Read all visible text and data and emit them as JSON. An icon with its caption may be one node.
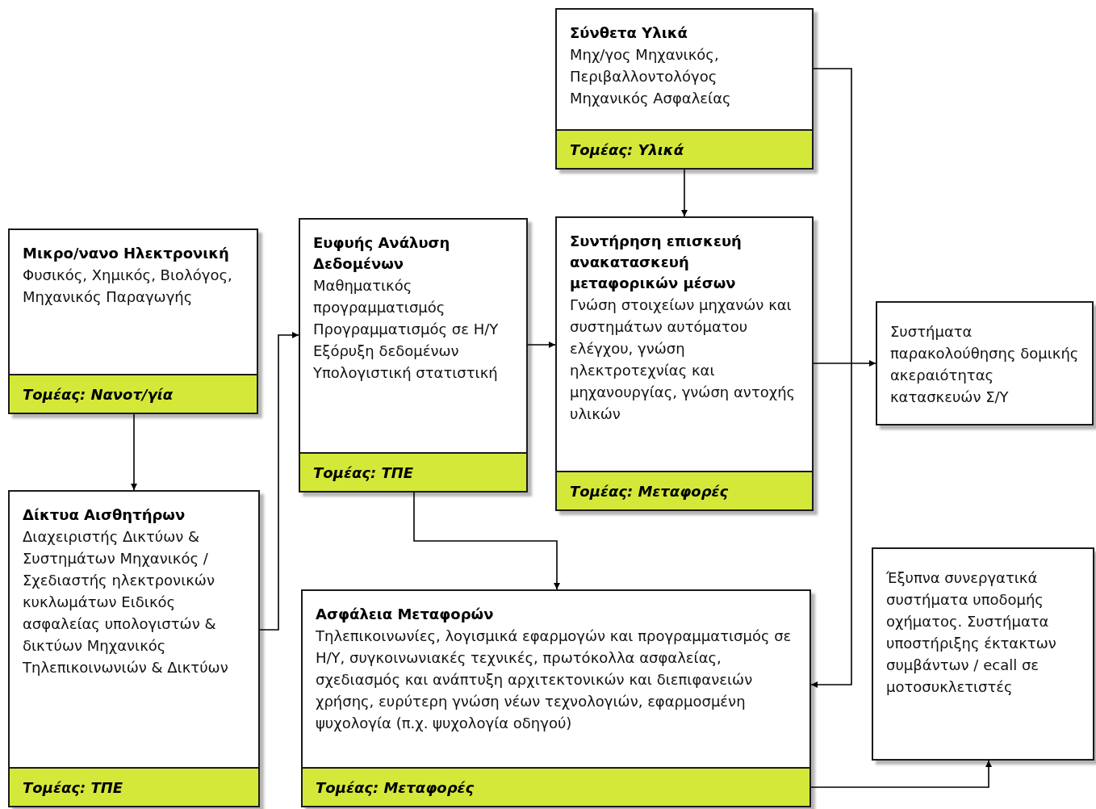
{
  "diagram": {
    "nodes": [
      {
        "text": [
          "Σύνθετα Υλικά",
          "Μηχ/γος Μηχανικός, Περιβαλλοντολόγος Μηχανικός Ασφαλείας",
          "Τομέας: Υλικά"
        ]
      },
      {
        "text": [
          "Μικρο/νανο Ηλεκτρονική",
          "Φυσικός, Χημικός, Βιολόγος, Μηχανικός Παραγωγής",
          "Τομέας: Νανοτ/γία"
        ]
      },
      {
        "text": [
          "Ευφυής Ανάλυση Δεδομένων",
          "Μαθηματικός προγραμματισμός Προγραμματισμός σε Η/Υ Εξόρυξη δεδομένων Υπολογιστική στατιστική",
          "Τομέας: ΤΠΕ"
        ]
      },
      {
        "text": [
          "Συντήρηση επισκευή ανακατασκευή μεταφορικών μέσων",
          "Γνώση στοιχείων μηχανών και συστημάτων αυτόματου ελέγχου, γνώση ηλεκτροτεχνίας και μηχανουργίας, γνώση αντοχής υλικών",
          "Τομέας: Μεταφορές"
        ]
      },
      {
        "text": [
          "Συστήματα παρακολούθησης δομικής ακεραιότητας κατασκευών Σ/Υ"
        ]
      },
      {
        "text": [
          "Δίκτυα Αισθητήρων",
          "Διαχειριστής Δικτύων & Συστημάτων Μηχανικός / Σχεδιαστής ηλεκτρονικών κυκλωμάτων Ειδικός ασφαλείας υπολογιστών & δικτύων Μηχανικός Τηλεπικοινωνιών & Δικτύων",
          "Τομέας: ΤΠΕ"
        ]
      },
      {
        "text": [
          "Ασφάλεια Μεταφορών",
          "Τηλεπικοινωνίες, λογισμικά εφαρμογών και προγραμματισμός σε Η/Υ, συγκοινωνιακές τεχνικές, πρωτόκολλα ασφαλείας, σχεδιασμός και ανάπτυξη αρχιτεκτονικών και διεπιφανειών χρήσης, ευρύτερη γνώση νέων τεχνολογιών, εφαρμοσμένη ψυχολογία (π.χ. ψυχολογία οδηγού)",
          "Τομέας: Μεταφορές"
        ]
      },
      {
        "text": [
          "Έξυπνα συνεργατικά συστήματα υποδομής οχήματος. Συστήματα υποστήριξης έκτακτων συμβάντων / ecall σε μοτοσυκλετιστές"
        ]
      }
    ],
    "edges": [
      {
        "from": 0,
        "to": 3,
        "arrow": "to"
      },
      {
        "from": 0,
        "to": 6,
        "arrow": "to"
      },
      {
        "from": 1,
        "to": 5,
        "arrow": "to"
      },
      {
        "from": 5,
        "to": 2,
        "arrow": "to"
      },
      {
        "from": 2,
        "to": 3,
        "arrow": "to"
      },
      {
        "from": 3,
        "to": 4,
        "arrow": "to"
      },
      {
        "from": 2,
        "to": 6,
        "arrow": "to"
      },
      {
        "from": 6,
        "to": 7,
        "arrow": "to"
      }
    ]
  }
}
